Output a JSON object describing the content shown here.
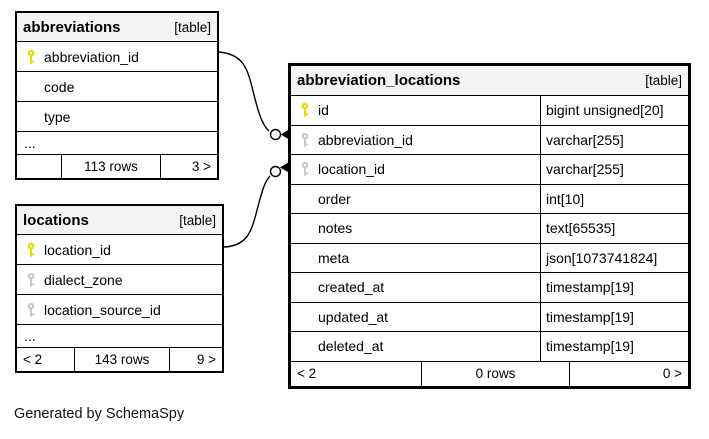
{
  "page": {
    "footer_note": "Generated by SchemaSpy"
  },
  "colors": {
    "pk_key": "#e0e000",
    "fk_key": "#c9c9c9",
    "header_bg": "#f4f4f4",
    "border": "#000000"
  },
  "tables": [
    {
      "title": "abbreviations",
      "tag": "[table]",
      "columns": [
        {
          "name": "abbreviation_id",
          "key": "primary"
        },
        {
          "name": "code",
          "key": "none"
        },
        {
          "name": "type",
          "key": "none"
        }
      ],
      "ellipsis": "...",
      "footer": {
        "left": "",
        "center": "113 rows",
        "right": "3 >"
      }
    },
    {
      "title": "locations",
      "tag": "[table]",
      "columns": [
        {
          "name": "location_id",
          "key": "primary"
        },
        {
          "name": "dialect_zone",
          "key": "index"
        },
        {
          "name": "location_source_id",
          "key": "index"
        }
      ],
      "ellipsis": "...",
      "footer": {
        "left": "< 2",
        "center": "143 rows",
        "right": "9 >"
      }
    },
    {
      "title": "abbreviation_locations",
      "tag": "[table]",
      "columns": [
        {
          "name": "id",
          "type": "bigint unsigned[20]",
          "key": "primary"
        },
        {
          "name": "abbreviation_id",
          "type": "varchar[255]",
          "key": "foreign"
        },
        {
          "name": "location_id",
          "type": "varchar[255]",
          "key": "foreign"
        },
        {
          "name": "order",
          "type": "int[10]",
          "key": "none"
        },
        {
          "name": "notes",
          "type": "text[65535]",
          "key": "none"
        },
        {
          "name": "meta",
          "type": "json[1073741824]",
          "key": "none"
        },
        {
          "name": "created_at",
          "type": "timestamp[19]",
          "key": "none"
        },
        {
          "name": "updated_at",
          "type": "timestamp[19]",
          "key": "none"
        },
        {
          "name": "deleted_at",
          "type": "timestamp[19]",
          "key": "none"
        }
      ],
      "footer": {
        "left": "< 2",
        "center": "0 rows",
        "right": "0 >"
      }
    }
  ],
  "relationships": [
    {
      "from": "abbreviations.abbreviation_id",
      "to": "abbreviation_locations.abbreviation_id"
    },
    {
      "from": "locations.location_id",
      "to": "abbreviation_locations.location_id"
    }
  ]
}
